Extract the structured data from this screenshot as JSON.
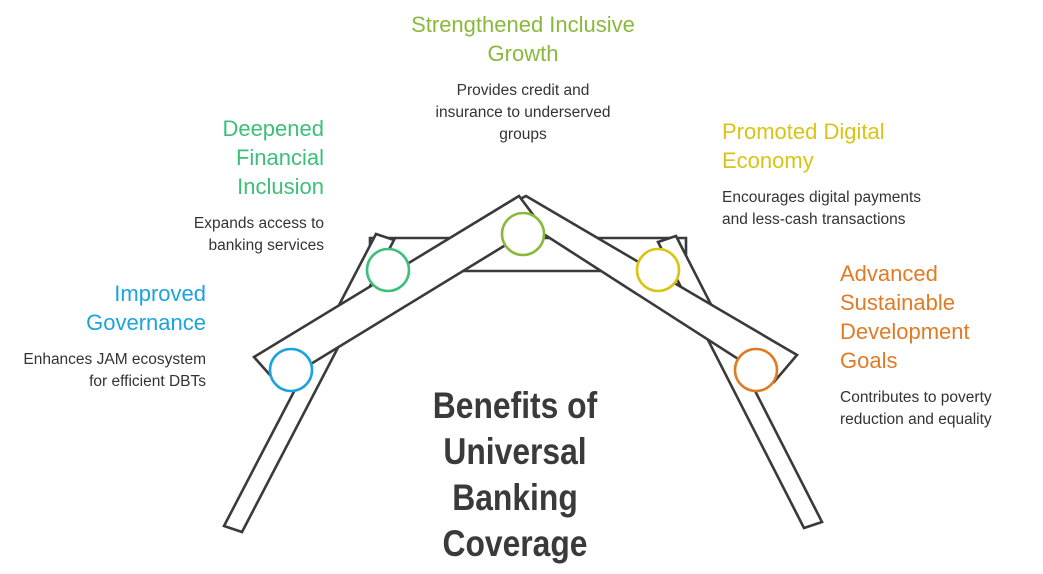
{
  "title": "Benefits of Universal Banking Coverage",
  "colors": {
    "stroke": "#3a3a3a",
    "blue": "#1ba3dd",
    "green": "#3cbf78",
    "lime": "#8ab83a",
    "yellow": "#d9c414",
    "orange": "#e07b25"
  },
  "items": [
    {
      "title": "Improved Governance",
      "description": "Enhances JAM ecosystem for efficient DBTs",
      "color": "#1ba3dd"
    },
    {
      "title": "Deepened Financial Inclusion",
      "description": "Expands access to banking services",
      "color": "#3cbf78"
    },
    {
      "title": "Strengthened Inclusive Growth",
      "description": "Provides credit and insurance to underserved groups",
      "color": "#8ab83a"
    },
    {
      "title": "Promoted Digital Economy",
      "description": "Encourages digital payments and less-cash transactions",
      "color": "#d9c414"
    },
    {
      "title": "Advanced Sustainable Development Goals",
      "description": "Contributes to poverty reduction and equality",
      "color": "#e07b25"
    }
  ]
}
